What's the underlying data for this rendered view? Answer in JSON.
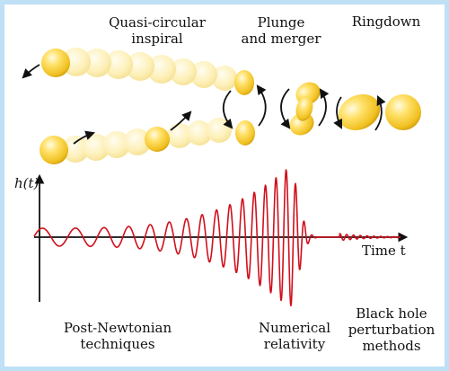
{
  "stages": {
    "inspiral": {
      "line1": "Quasi-circular",
      "line2": "inspiral"
    },
    "merger": {
      "line1": "Plunge",
      "line2": "and merger"
    },
    "ringdown": {
      "label": "Ringdown"
    }
  },
  "axes": {
    "y_label": "h(t)",
    "x_label": "Time t"
  },
  "methods": {
    "post_newtonian": {
      "line1": "Post-Newtonian",
      "line2": "techniques"
    },
    "numerical": {
      "line1": "Numerical",
      "line2": "relativity"
    },
    "perturbation": {
      "line1": "Black hole",
      "line2": "perturbation",
      "line3": "methods"
    }
  },
  "colors": {
    "waveform": "#d0101c",
    "black_hole": "#f0c020",
    "black_hole_trail": "#fbe9a6",
    "border": "#bfe0f5",
    "arrow": "#111111"
  }
}
